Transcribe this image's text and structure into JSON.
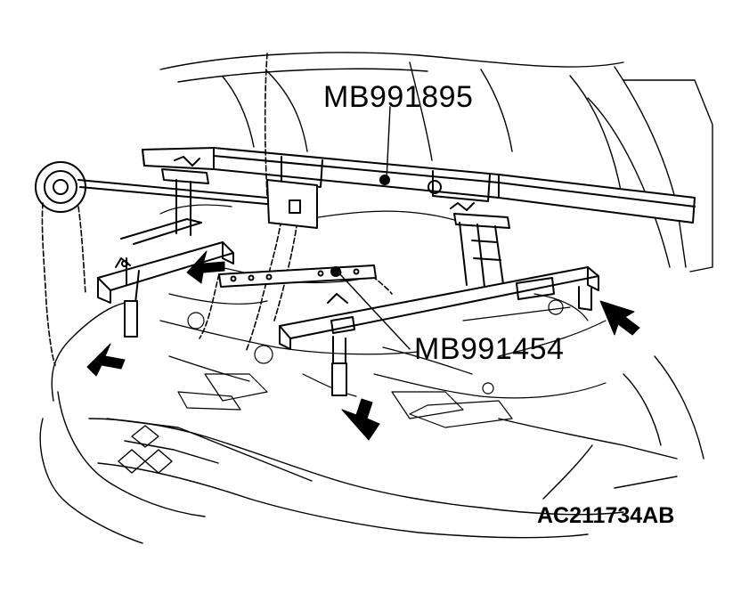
{
  "callouts": {
    "beam_tool": "MB991895",
    "lifting_bar_tool": "MB991454"
  },
  "figure_code": "AC211734AB",
  "colors": {
    "line": "#000000",
    "background": "#ffffff"
  }
}
